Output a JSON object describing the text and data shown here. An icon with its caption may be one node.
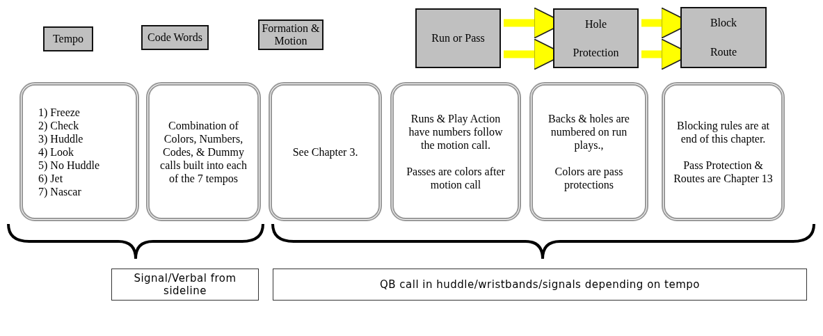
{
  "diagram": {
    "nodes": [
      {
        "text": [
          "Tempo"
        ]
      },
      {
        "text": [
          "Code Words"
        ]
      },
      {
        "text": [
          "Formation & Motion"
        ]
      },
      {
        "text": [
          "Run or Pass"
        ]
      },
      {
        "text": [
          "Hole",
          "Protection"
        ]
      },
      {
        "text": [
          "Block",
          "Route"
        ]
      },
      {
        "text": [
          "1) Freeze",
          "2) Check",
          "3) Huddle",
          "4) Look",
          "5) No Huddle",
          "6) Jet",
          "7) Nascar"
        ]
      },
      {
        "text": [
          "Combination of Colors, Numbers, Codes, & Dummy calls built into each of the 7 tempos"
        ]
      },
      {
        "text": [
          "See Chapter 3."
        ]
      },
      {
        "text": [
          "Runs & Play Action have numbers follow the motion call.",
          "Passes are colors after motion call"
        ]
      },
      {
        "text": [
          "Backs & holes are numbered on run plays.,",
          "Colors are pass protections"
        ]
      },
      {
        "text": [
          "Blocking rules are at end of this chapter.",
          "Pass Protection & Routes are Chapter 13"
        ]
      },
      {
        "text": [
          "Signal/Verbal from sideline"
        ]
      },
      {
        "text": [
          "QB call in huddle/wristbands/signals depending on tempo"
        ]
      }
    ],
    "edges": [
      {
        "from": 3,
        "to": 4,
        "arrow": "to"
      },
      {
        "from": 3,
        "to": 4,
        "arrow": "to"
      },
      {
        "from": 4,
        "to": 5,
        "arrow": "to"
      },
      {
        "from": 4,
        "to": 5,
        "arrow": "to"
      }
    ]
  }
}
